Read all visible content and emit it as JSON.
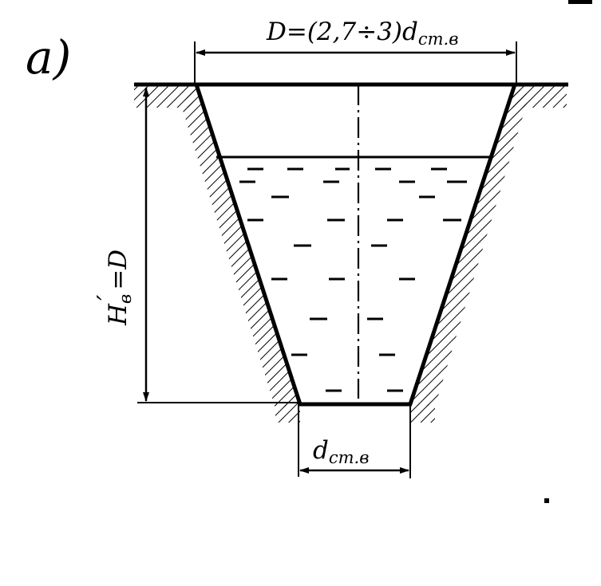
{
  "figure": {
    "panel_label": "a)",
    "top_dimension_label": "D=(2,7÷3)d",
    "top_dimension_subscript": "ст.в",
    "height_label_main": "H",
    "height_label_subscript": "в",
    "height_label_prime": "′",
    "height_label_rest": "=D",
    "bottom_dimension_label": "d",
    "bottom_dimension_subscript": "ст.в"
  },
  "colors": {
    "ink": "#000000",
    "paper": "#ffffff"
  }
}
